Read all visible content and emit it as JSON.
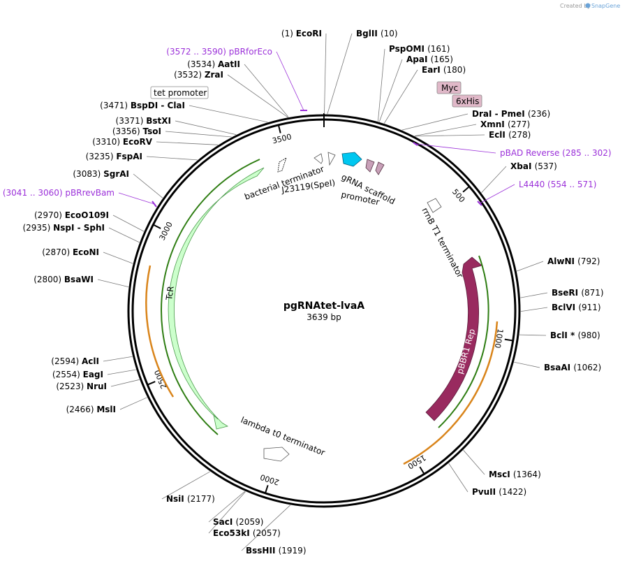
{
  "credit": {
    "prefix": "Created by",
    "brand": "SnapGene"
  },
  "plasmid": {
    "name": "pgRNAtet-lvaA",
    "length_label": "3639 bp",
    "length": 3639
  },
  "ticks": [
    "500",
    "1000",
    "1500",
    "2000",
    "2500",
    "3000",
    "3500"
  ],
  "sites": [
    {
      "name": "EcoRI",
      "pos": "(1)"
    },
    {
      "name": "BglII",
      "pos": "(10)"
    },
    {
      "name": "PspOMI",
      "pos": "(161)"
    },
    {
      "name": "ApaI",
      "pos": "(165)"
    },
    {
      "name": "EarI",
      "pos": "(180)"
    },
    {
      "name": "DraI - PmeI",
      "pos": "(236)"
    },
    {
      "name": "XmnI",
      "pos": "(277)"
    },
    {
      "name": "EclI",
      "pos": "(278)"
    },
    {
      "name": "XbaI",
      "pos": "(537)"
    },
    {
      "name": "AlwNI",
      "pos": "(792)"
    },
    {
      "name": "BseRI",
      "pos": "(871)"
    },
    {
      "name": "BclVI",
      "pos": "(911)"
    },
    {
      "name": "BclI *",
      "pos": "(980)"
    },
    {
      "name": "BsaAI",
      "pos": "(1062)"
    },
    {
      "name": "MscI",
      "pos": "(1364)"
    },
    {
      "name": "PvuII",
      "pos": "(1422)"
    },
    {
      "name": "BssHII",
      "pos": "(1919)"
    },
    {
      "name": "SacI",
      "pos": "(2059)"
    },
    {
      "name": "Eco53kI",
      "pos": "(2057)"
    },
    {
      "name": "NsiI",
      "pos": "(2177)"
    },
    {
      "name": "MslI",
      "pos": "(2466)"
    },
    {
      "name": "NruI",
      "pos": "(2523)"
    },
    {
      "name": "EagI",
      "pos": "(2554)"
    },
    {
      "name": "AclI",
      "pos": "(2594)"
    },
    {
      "name": "BsaWI",
      "pos": "(2800)"
    },
    {
      "name": "EcoNI",
      "pos": "(2870)"
    },
    {
      "name": "NspI - SphI",
      "pos": "(2935)"
    },
    {
      "name": "EcoO109I",
      "pos": "(2970)"
    },
    {
      "name": "SgrAI",
      "pos": "(3083)"
    },
    {
      "name": "FspAI",
      "pos": "(3235)"
    },
    {
      "name": "EcoRV",
      "pos": "(3310)"
    },
    {
      "name": "TsoI",
      "pos": "(3356)"
    },
    {
      "name": "BstXI",
      "pos": "(3371)"
    },
    {
      "name": "BspDI - ClaI",
      "pos": "(3471)"
    },
    {
      "name": "ZraI",
      "pos": "(3532)"
    },
    {
      "name": "AatII",
      "pos": "(3534)"
    }
  ],
  "primers": [
    {
      "name": "pBRforEco",
      "range": "(3572 .. 3590)"
    },
    {
      "name": "pBAD Reverse",
      "range": "(285 .. 302)"
    },
    {
      "name": "L4440",
      "range": "(554 .. 571)"
    },
    {
      "name": "pBRrevBam",
      "range": "(3041 .. 3060)"
    }
  ],
  "features": {
    "tet_promoter": "tet promoter",
    "myc": "Myc",
    "his": "6xHis",
    "bacterial_terminator": "bacterial terminator",
    "j23119": "J23119(SpeI)",
    "promoter": "promoter",
    "grna_scaffold": "gRNA scaffold",
    "rrnb": "rrnB T1 terminator",
    "tcr": "TcR",
    "pbbr1": "pBBR1 Rep",
    "lambda": "lambda t0 terminator"
  },
  "colors": {
    "backbone": "#000000",
    "primer": "#9b30d9",
    "tcr_fill": "#ccffcc",
    "pbbr1_fill": "#992a5f",
    "grna_fill": "#00c7f0",
    "scaffold_fill": "#c8a0b8",
    "tag_fill": "#e0b8c8",
    "orf_green": "#2e7d12",
    "orf_orange": "#d9841a"
  }
}
